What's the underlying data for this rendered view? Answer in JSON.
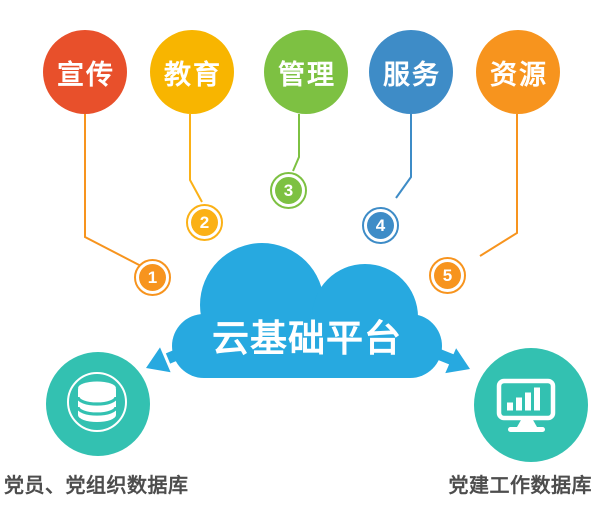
{
  "cloud": {
    "label": "云基础平台",
    "color": "#27A9E0"
  },
  "modules": [
    {
      "label": "宣传",
      "number": "1",
      "circle_color": "#E8502B",
      "accent_color": "#F7941E"
    },
    {
      "label": "教育",
      "number": "2",
      "circle_color": "#F8B500",
      "accent_color": "#FBB116"
    },
    {
      "label": "管理",
      "number": "3",
      "circle_color": "#7DC142",
      "accent_color": "#7DC142"
    },
    {
      "label": "服务",
      "number": "4",
      "circle_color": "#3E8CC7",
      "accent_color": "#3E8CC7"
    },
    {
      "label": "资源",
      "number": "5",
      "circle_color": "#F7941E",
      "accent_color": "#F7941E"
    }
  ],
  "databases": [
    {
      "label": "党员、党组织数据库",
      "icon": "database-icon",
      "color": "#33C1B1"
    },
    {
      "label": "党建工作数据库",
      "icon": "monitor-chart-icon",
      "color": "#33C1B1"
    }
  ],
  "label_text_color": "#4D4D4D"
}
